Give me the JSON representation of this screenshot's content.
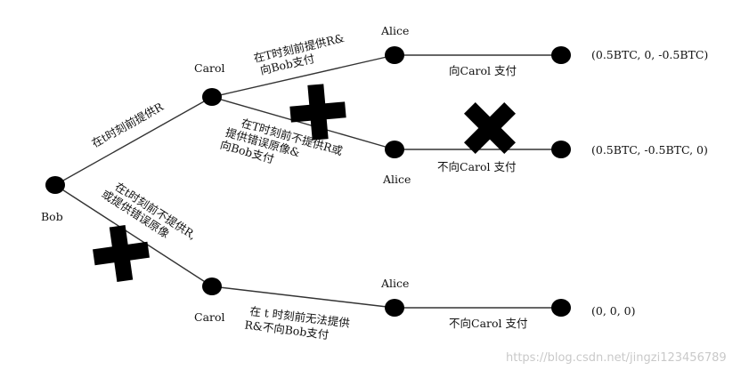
{
  "nodes": {
    "bob": "Bob",
    "carol_top": "Carol",
    "carol_bottom": "Carol",
    "alice_1": "Alice",
    "alice_2": "Alice",
    "alice_3": "Alice"
  },
  "edges": {
    "bob_to_carol_top": "在t时刻前提供R",
    "bob_to_carol_bottom": [
      "在t时刻前不提供R,",
      "或提供错误原像"
    ],
    "carol_to_alice_1": [
      "在T时刻前提供R&",
      "向Bob支付"
    ],
    "carol_to_alice_2": [
      "在T时刻前不提供R或",
      "提供错误原像&",
      "向Bob支付"
    ],
    "carol_to_alice_3": [
      "在 t 时刻前无法提供",
      "R&不向Bob支付"
    ],
    "alice_1_to_end": "向Carol 支付",
    "alice_2_to_end": "不向Carol 支付",
    "alice_3_to_end": "不向Carol 支付"
  },
  "payoffs": {
    "outcome_1": "(0.5BTC, 0, -0.5BTC)",
    "outcome_2": "(0.5BTC, -0.5BTC, 0)",
    "outcome_3": "(0, 0, 0)"
  },
  "watermark": "https://blog.csdn.net/jingzi123456789",
  "colors": {
    "node": "#000000",
    "edge": "#333333",
    "cross": "#000000"
  }
}
